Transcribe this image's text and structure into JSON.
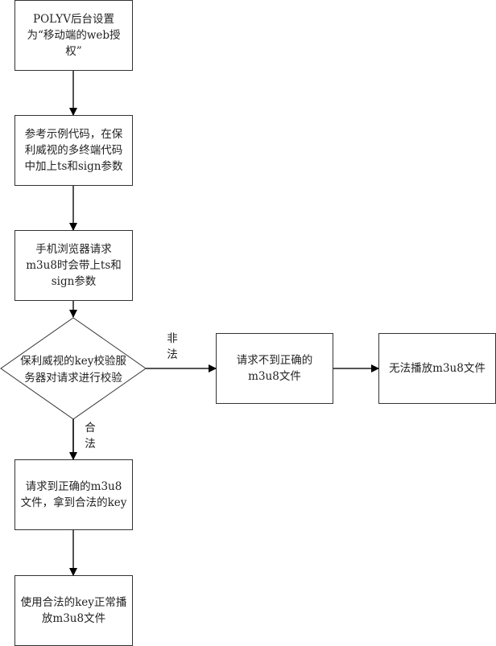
{
  "nodes": {
    "step1": {
      "text": "POLYV后台设置为“移动端的web授权”"
    },
    "step2": {
      "text": "参考示例代码，在保利威视的多终端代码中加上ts和sign参数"
    },
    "step3": {
      "text": "手机浏览器请求m3u8时会带上ts和sign参数"
    },
    "decision": {
      "text": "保利威视的key校验服务器对请求进行校验"
    },
    "fail1": {
      "text": "请求不到正确的m3u8文件"
    },
    "fail2": {
      "text": "无法播放m3u8文件"
    },
    "ok1": {
      "text": "请求到正确的m3u8文件，拿到合法的key"
    },
    "ok2": {
      "text": "使用合法的key正常播放m3u8文件"
    }
  },
  "edges": {
    "illegal_label": "非法",
    "legal_label": "合法"
  }
}
